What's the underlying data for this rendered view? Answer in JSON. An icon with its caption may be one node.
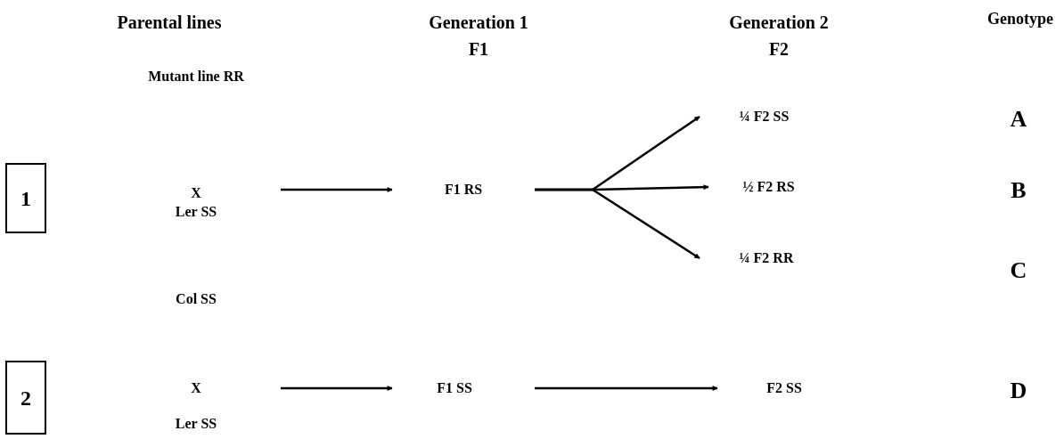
{
  "diagram": {
    "nodes": [
      {
        "text": [
          "1"
        ]
      },
      {
        "text": [
          "Mutant line RR",
          "X",
          "Ler SS"
        ]
      },
      {
        "text": [
          "F1 RS"
        ]
      },
      {
        "text": [
          "¼ F2 SS"
        ]
      },
      {
        "text": [
          "½ F2 RS"
        ]
      },
      {
        "text": [
          "¼ F2 RR"
        ]
      },
      {
        "text": [
          "2"
        ]
      },
      {
        "text": [
          "Col SS",
          "X",
          "Ler SS"
        ]
      },
      {
        "text": [
          "F1 SS"
        ]
      },
      {
        "text": [
          "F2 SS"
        ]
      }
    ],
    "edges": [
      {
        "from": 1,
        "to": 2,
        "arrow": "to"
      },
      {
        "from": 2,
        "to": 3,
        "arrow": "to"
      },
      {
        "from": 2,
        "to": 4,
        "arrow": "to"
      },
      {
        "from": 2,
        "to": 5,
        "arrow": "to"
      },
      {
        "from": 8,
        "to": 9,
        "arrow": "to"
      },
      {
        "from": 7,
        "to": 8,
        "arrow": "to"
      }
    ],
    "labels": [
      "Parental lines",
      "Generation 1",
      "F1",
      "Generation 2",
      "F2",
      "Genotype",
      "A",
      "B",
      "C",
      "D"
    ]
  }
}
